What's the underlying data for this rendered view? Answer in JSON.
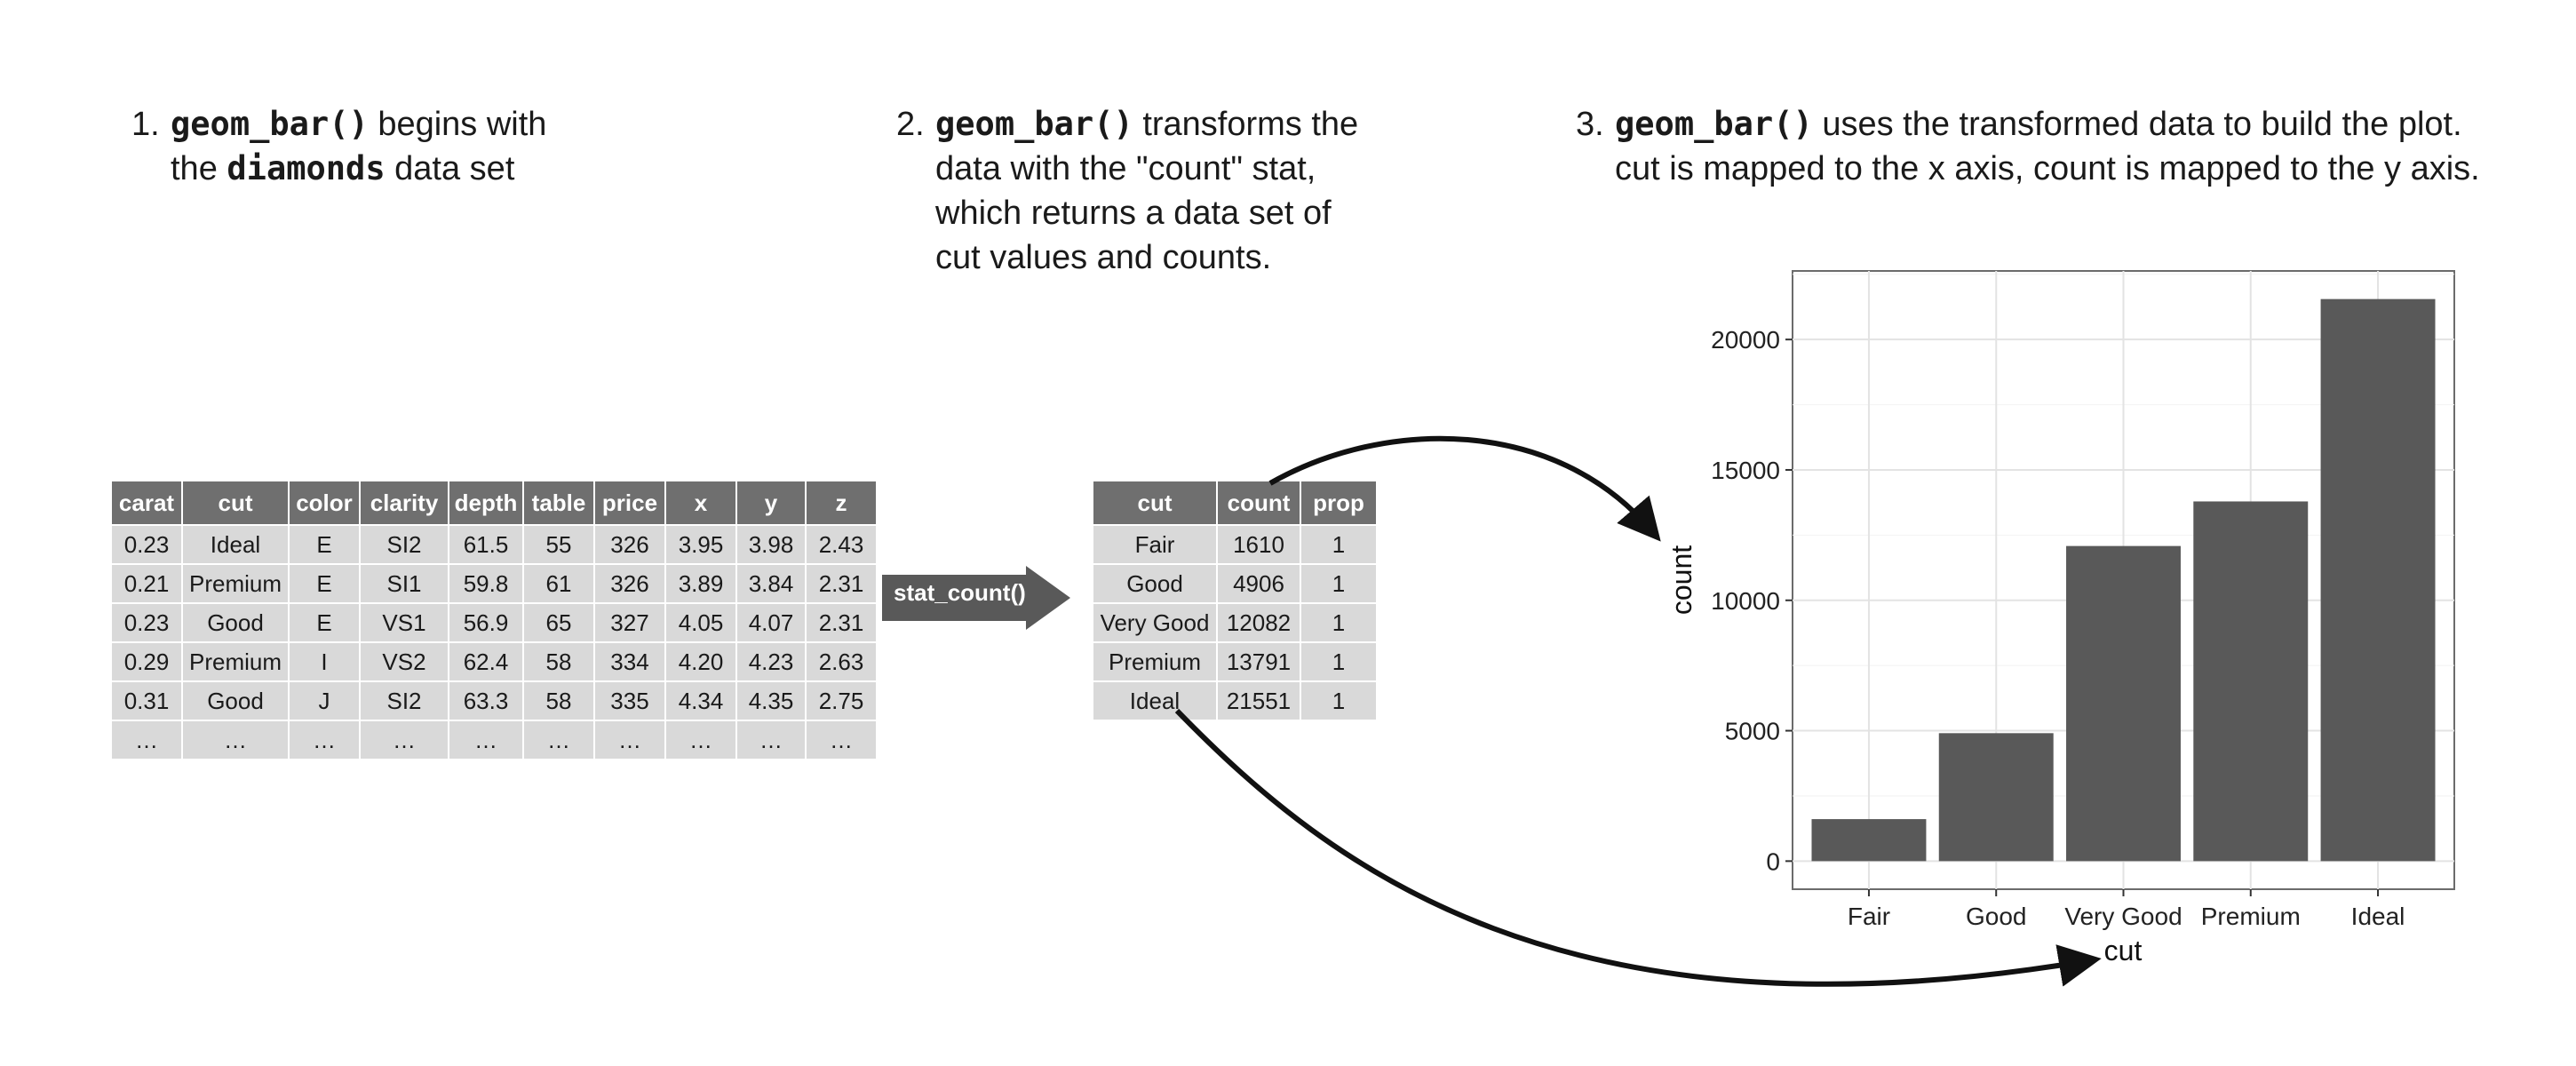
{
  "steps": [
    {
      "number": "1.",
      "code": "geom_bar()",
      "text_a": " begins with",
      "text_b": "the ",
      "code2": "diamonds",
      "text_c": " data set"
    },
    {
      "number": "2.",
      "code": "geom_bar()",
      "text_a": " transforms the data with the \"count\" stat, which returns a data set of cut values and counts."
    },
    {
      "number": "3.",
      "code": "geom_bar()",
      "text_a": " uses the transformed data to build the plot. cut is mapped to the x axis, count is mapped to the y axis."
    }
  ],
  "diamonds_table": {
    "headers": [
      "carat",
      "cut",
      "color",
      "clarity",
      "depth",
      "table",
      "price",
      "x",
      "y",
      "z"
    ],
    "rows": [
      [
        "0.23",
        "Ideal",
        "E",
        "SI2",
        "61.5",
        "55",
        "326",
        "3.95",
        "3.98",
        "2.43"
      ],
      [
        "0.21",
        "Premium",
        "E",
        "SI1",
        "59.8",
        "61",
        "326",
        "3.89",
        "3.84",
        "2.31"
      ],
      [
        "0.23",
        "Good",
        "E",
        "VS1",
        "56.9",
        "65",
        "327",
        "4.05",
        "4.07",
        "2.31"
      ],
      [
        "0.29",
        "Premium",
        "I",
        "VS2",
        "62.4",
        "58",
        "334",
        "4.20",
        "4.23",
        "2.63"
      ],
      [
        "0.31",
        "Good",
        "J",
        "SI2",
        "63.3",
        "58",
        "335",
        "4.34",
        "4.35",
        "2.75"
      ],
      [
        "…",
        "…",
        "…",
        "…",
        "…",
        "…",
        "…",
        "…",
        "…",
        "…"
      ]
    ]
  },
  "stat_label": "stat_count()",
  "counts_table": {
    "headers": [
      "cut",
      "count",
      "prop"
    ],
    "rows": [
      [
        "Fair",
        "1610",
        "1"
      ],
      [
        "Good",
        "4906",
        "1"
      ],
      [
        "Very Good",
        "12082",
        "1"
      ],
      [
        "Premium",
        "13791",
        "1"
      ],
      [
        "Ideal",
        "21551",
        "1"
      ]
    ]
  },
  "colors": {
    "header_bg": "#6f6f6f",
    "cell_bg": "#d9d9d9",
    "bar": "#595959",
    "arrow": "#111111",
    "stat_arrow": "#595959"
  },
  "chart_data": {
    "type": "bar",
    "categories": [
      "Fair",
      "Good",
      "Very Good",
      "Premium",
      "Ideal"
    ],
    "values": [
      1610,
      4906,
      12082,
      13791,
      21551
    ],
    "xlabel": "cut",
    "ylabel": "count",
    "yticks": [
      0,
      5000,
      10000,
      15000,
      20000
    ],
    "ylim": [
      -1078,
      22629
    ],
    "grid": true
  }
}
